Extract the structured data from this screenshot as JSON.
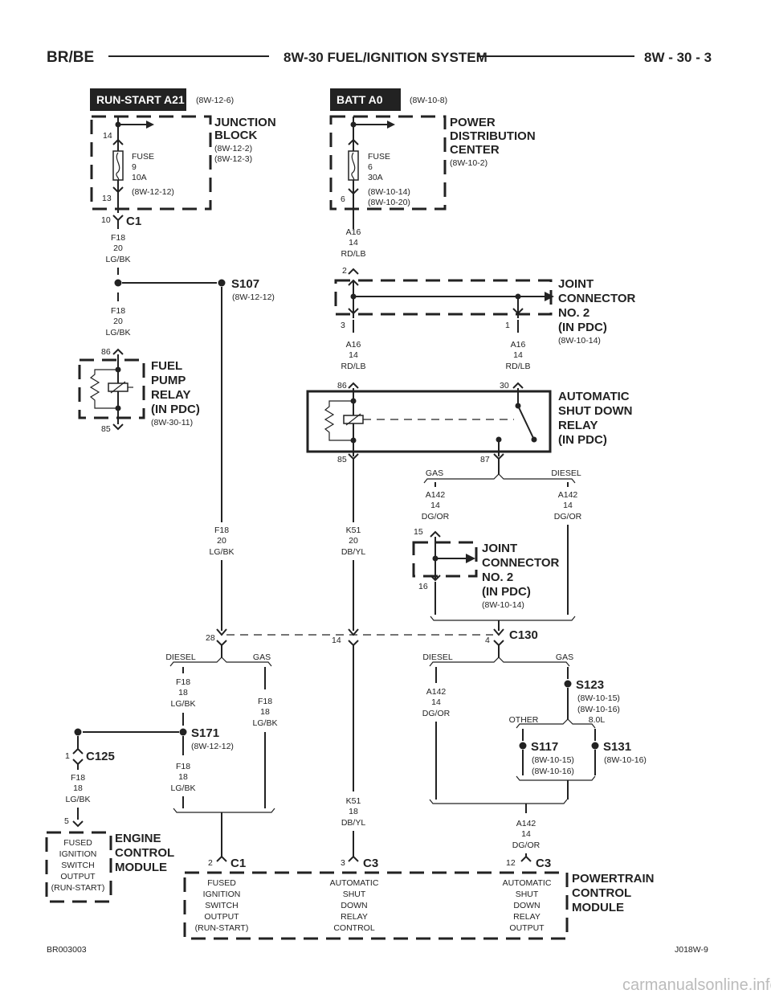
{
  "header": {
    "left": "BR/BE",
    "title": "8W-30 FUEL/IGNITION SYSTEM",
    "right": "8W - 30 - 3"
  },
  "sources": {
    "run_start": {
      "label": "RUN-START A21",
      "ref": "(8W-12-6)"
    },
    "batt": {
      "label": "BATT A0",
      "ref": "(8W-10-8)"
    }
  },
  "junction_block": {
    "title1": "JUNCTION",
    "title2": "BLOCK",
    "ref1": "(8W-12-2)",
    "ref2": "(8W-12-3)",
    "fuse": [
      "FUSE",
      "9",
      "10A",
      "(8W-12-12)"
    ],
    "pin_in": "14",
    "pin_out": "13",
    "conn_pin": "10",
    "conn": "C1"
  },
  "pdc": {
    "title1": "POWER",
    "title2": "DISTRIBUTION",
    "title3": "CENTER",
    "ref": "(8W-10-2)",
    "fuse": [
      "FUSE",
      "6",
      "30A",
      "(8W-10-14)",
      "(8W-10-20)"
    ],
    "pin_out": "6"
  },
  "wires": {
    "f18_20": [
      "F18",
      "20",
      "LG/BK"
    ],
    "a16_14": [
      "A16",
      "14",
      "RD/LB"
    ],
    "a142_14": [
      "A142",
      "14",
      "DG/OR"
    ],
    "k51_20": [
      "K51",
      "20",
      "DB/YL"
    ],
    "k51_18": [
      "K51",
      "18",
      "DB/YL"
    ],
    "f18_18": [
      "F18",
      "18",
      "LG/BK"
    ]
  },
  "splices": {
    "s107": {
      "label": "S107",
      "ref": "(8W-12-12)"
    },
    "s171": {
      "label": "S171",
      "ref": "(8W-12-12)"
    },
    "s123": {
      "label": "S123",
      "ref1": "(8W-10-15)",
      "ref2": "(8W-10-16)"
    },
    "s117": {
      "label": "S117",
      "ref1": "(8W-10-15)",
      "ref2": "(8W-10-16)"
    },
    "s131": {
      "label": "S131",
      "ref": "(8W-10-16)"
    }
  },
  "joint_connector": {
    "t1": "JOINT",
    "t2": "CONNECTOR",
    "t3": "NO. 2",
    "t4": "(IN PDC)",
    "ref": "(8W-10-14)",
    "pins_top": [
      "2",
      "3",
      "1"
    ],
    "pins_lower": [
      "15",
      "16"
    ]
  },
  "fuel_pump_relay": {
    "t1": "FUEL",
    "t2": "PUMP",
    "t3": "RELAY",
    "t4": "(IN PDC)",
    "ref": "(8W-30-11)",
    "pin_top": "86",
    "pin_bot": "85"
  },
  "asd_relay": {
    "t1": "AUTOMATIC",
    "t2": "SHUT DOWN",
    "t3": "RELAY",
    "t4": "(IN PDC)",
    "pins": [
      "86",
      "30",
      "85",
      "87"
    ]
  },
  "options": {
    "gas": "GAS",
    "diesel": "DIESEL",
    "other": "OTHER",
    "eng": "8.0L"
  },
  "connectors": {
    "c130": "C130",
    "c130_pins": [
      "28",
      "14",
      "4"
    ],
    "c125": "C125",
    "c125_pin": "1",
    "c1": "C1",
    "c1_pin": "2",
    "c3": "C3",
    "c3_pins": [
      "3",
      "12"
    ],
    "ecm_pin": "5"
  },
  "ecm": {
    "t1": "ENGINE",
    "t2": "CONTROL",
    "t3": "MODULE",
    "pin_label": [
      "FUSED",
      "IGNITION",
      "SWITCH",
      "OUTPUT",
      "(RUN-START)"
    ]
  },
  "pcm": {
    "t1": "POWERTRAIN",
    "t2": "CONTROL",
    "t3": "MODULE",
    "in1": [
      "FUSED",
      "IGNITION",
      "SWITCH",
      "OUTPUT",
      "(RUN-START)"
    ],
    "in2": [
      "AUTOMATIC",
      "SHUT",
      "DOWN",
      "RELAY",
      "CONTROL"
    ],
    "in3": [
      "AUTOMATIC",
      "SHUT",
      "DOWN",
      "RELAY",
      "OUTPUT"
    ]
  },
  "footer": {
    "left": "BR003003",
    "right": "J018W-9",
    "watermark": "carmanualsonline.info"
  }
}
